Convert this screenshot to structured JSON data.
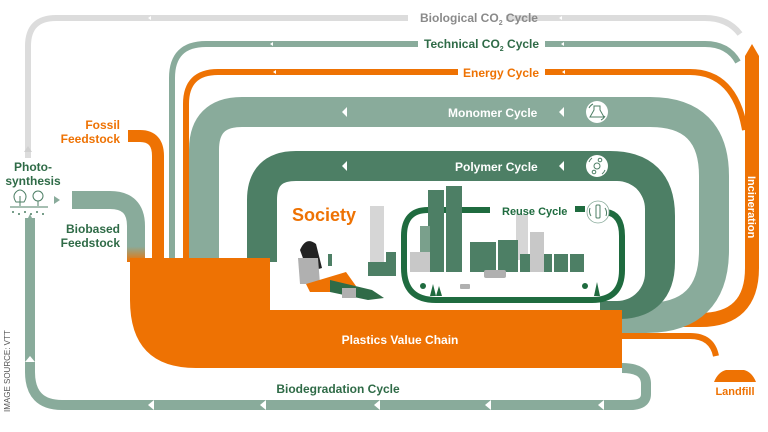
{
  "colors": {
    "orange": "#ee7203",
    "sage": "#89ab9b",
    "dark_green": "#4d7f65",
    "deep_green": "#1f6b3f",
    "light_grey": "#dcdcdc",
    "text_grey": "#8a8a8a",
    "text_green": "#2f6b47"
  },
  "cycles": {
    "biological_co2": {
      "label_main": "Biological CO",
      "label_sub": "2",
      "label_tail": " Cycle"
    },
    "technical_co2": {
      "label_main": "Technical CO",
      "label_sub": "2",
      "label_tail": " Cycle"
    },
    "energy": {
      "label": "Energy Cycle"
    },
    "monomer": {
      "label": "Monomer Cycle",
      "icon": "chemistry-flask-recycle-icon"
    },
    "polymer": {
      "label": "Polymer Cycle",
      "icon": "molecule-recycle-icon"
    },
    "reuse": {
      "label": "Reuse Cycle",
      "icon": "bottle-recycle-icon"
    },
    "biodegradation": {
      "label": "Biodegradation Cycle"
    }
  },
  "nodes": {
    "photosynthesis": {
      "line1": "Photo-",
      "line2": "synthesis",
      "icon": "trees-icon"
    },
    "fossil_feedstock": {
      "line1": "Fossil",
      "line2": "Feedstock"
    },
    "biobased_feedstock": {
      "line1": "Biobased",
      "line2": "Feedstock"
    },
    "society": {
      "label": "Society"
    },
    "plastics_value_chain": {
      "label": "Plastics Value Chain"
    },
    "incineration": {
      "label": "Incineration"
    },
    "landfill": {
      "label": "Landfill",
      "icon": "landfill-mound-icon"
    }
  },
  "credit": {
    "label": "IMAGE SOURCE: VTT"
  }
}
